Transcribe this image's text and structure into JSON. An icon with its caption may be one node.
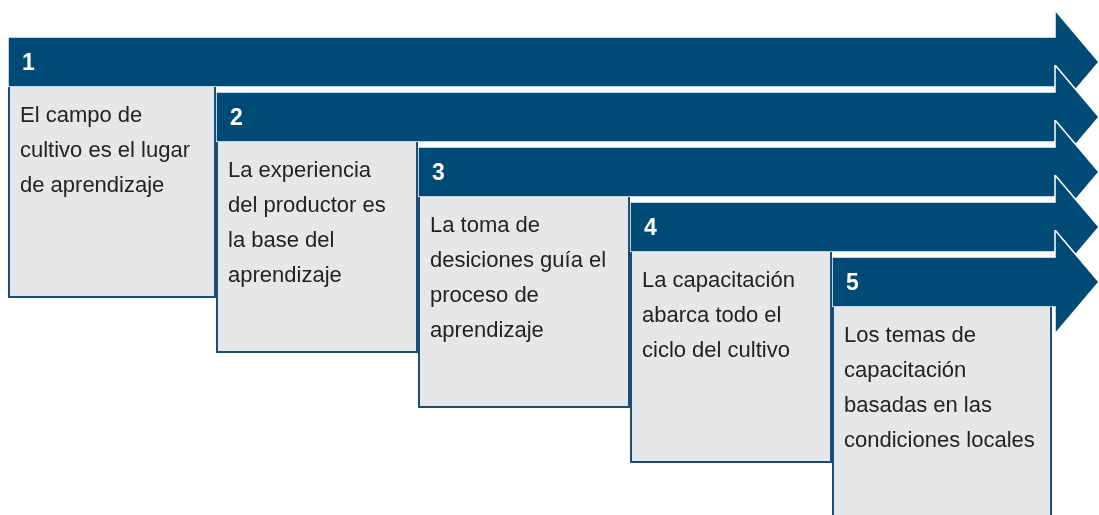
{
  "diagram": {
    "nodes": [
      {
        "text": [
          "1",
          "El campo de cultivo es el lugar de aprendizaje"
        ]
      },
      {
        "text": [
          "2",
          "La experiencia del productor es la base del aprendizaje"
        ]
      },
      {
        "text": [
          "3",
          "La toma de desiciones guía el proceso de aprendizaje"
        ]
      },
      {
        "text": [
          "4",
          "La capacitación abarca todo el ciclo del cultivo"
        ]
      },
      {
        "text": [
          "5",
          "Los temas de capacitación basadas en las condiciones locales"
        ]
      }
    ]
  }
}
